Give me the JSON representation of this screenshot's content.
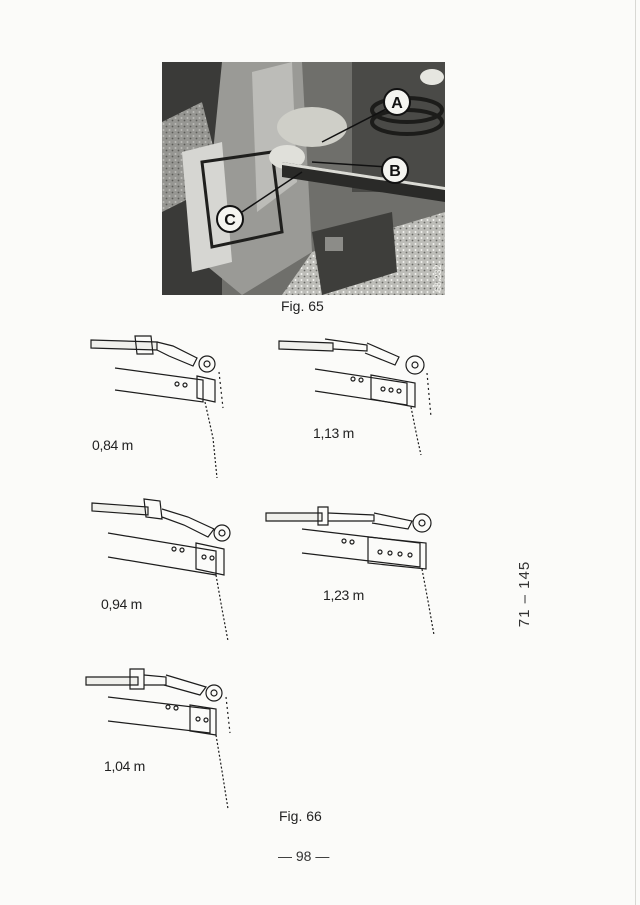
{
  "photo": {
    "callouts": {
      "a": "A",
      "b": "B",
      "c": "C"
    },
    "stamp": "68.232"
  },
  "fig65_caption": "Fig. 65",
  "diagrams": [
    {
      "label": "0,84 m"
    },
    {
      "label": "1,13 m"
    },
    {
      "label": "0,94 m"
    },
    {
      "label": "1,23 m"
    },
    {
      "label": "1,04 m"
    }
  ],
  "fig66_caption": "Fig. 66",
  "page_number": "— 98 —",
  "side_code": "71 – 145"
}
